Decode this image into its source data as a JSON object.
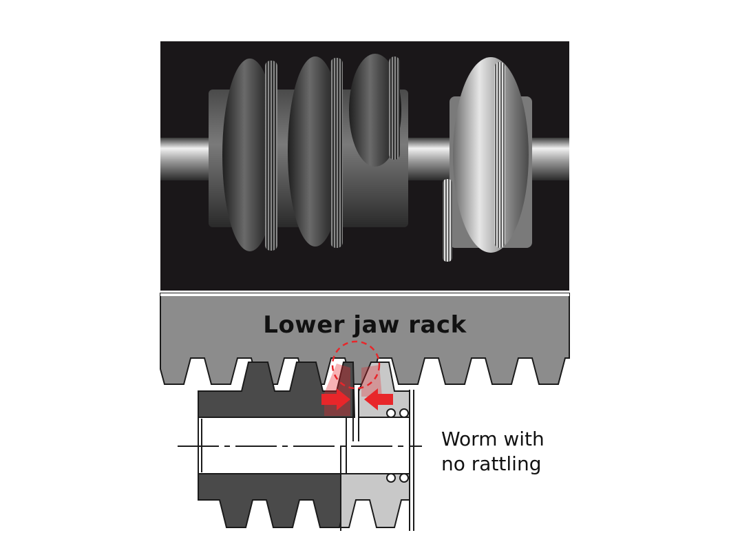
{
  "labels": {
    "rack": "Lower jaw rack",
    "worm_line1": "Worm with",
    "worm_line2": "no rattling"
  },
  "colors": {
    "photo_background": "#1a1719",
    "rack_fill": "#8c8c8c",
    "worm_dark": "#4a4a4a",
    "worm_light": "#c8c8c8",
    "highlight": "#e8262a",
    "line": "#1a1a1a"
  },
  "icons": {
    "preload_arrows": "arrow-pair-icon",
    "contact_marker": "dashed-circle-icon"
  }
}
